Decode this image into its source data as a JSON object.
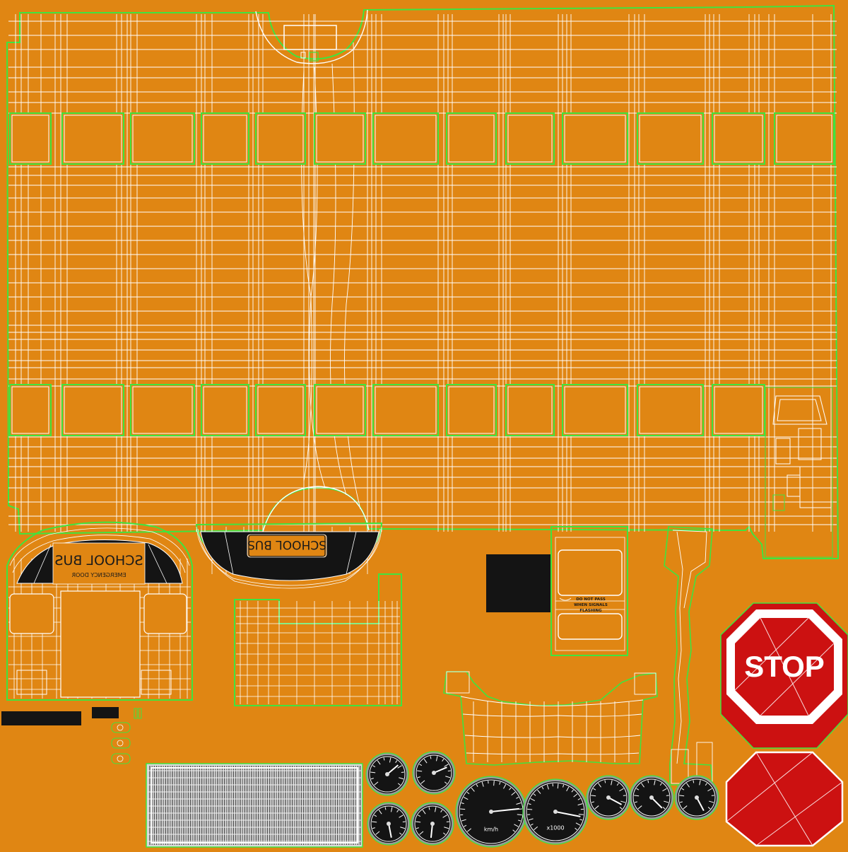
{
  "texture": {
    "background_color": "#e08613",
    "wire_color": "#ffffff",
    "seam_color": "#3fe43f",
    "dark_panel_color": "#141414",
    "stop_red": "#cc1111"
  },
  "labels": {
    "front_sign": "SCHOOL BUS",
    "front_sign_small": "EMERGENCY DOOR",
    "rear_sign": "SCHOOL BUS",
    "door_sticker_line1": "DO NOT PASS",
    "door_sticker_line2": "WHEN SIGNALS",
    "door_sticker_line3": "FLASHING",
    "stop_sign": "STOP"
  },
  "gauges": [
    {
      "label": ""
    },
    {
      "label": ""
    },
    {
      "label": "km/h"
    },
    {
      "label": "x1000"
    },
    {
      "label": ""
    },
    {
      "label": ""
    },
    {
      "label": ""
    },
    {
      "label": ""
    },
    {
      "label": ""
    }
  ]
}
